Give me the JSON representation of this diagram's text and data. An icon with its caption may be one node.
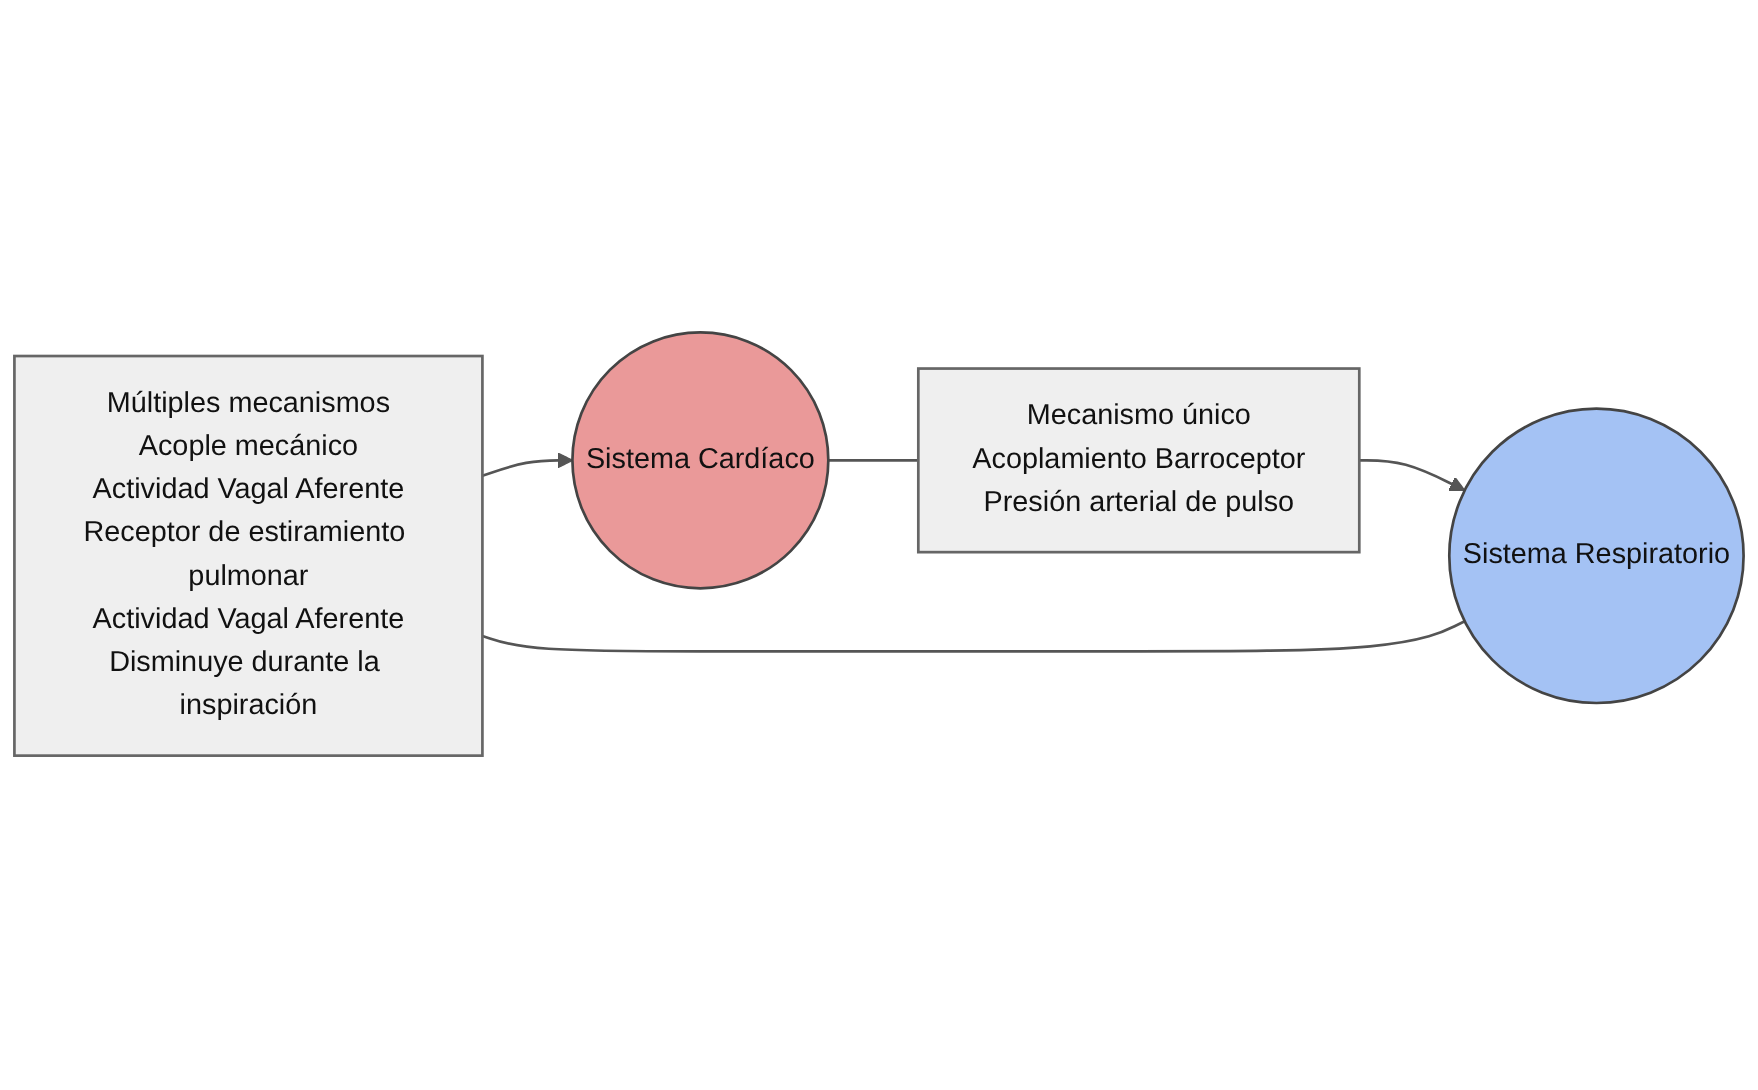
{
  "diagram": {
    "nodes": [
      {
        "text": [
          "Múltiples mecanismos",
          "Acople mecánico",
          "Actividad Vagal Aferente",
          "Receptor de estiramiento pulmonar",
          "Actividad Vagal Aferente",
          "Disminuye durante la inspiración"
        ]
      },
      {
        "text": [
          "Sistema Respiratorio"
        ]
      },
      {
        "text": [
          "Sistema Cardíaco"
        ]
      },
      {
        "text": [
          "Mecanismo único",
          "Acoplamiento Barroceptor",
          "Presión arterial de pulso"
        ]
      }
    ],
    "edges": [
      {
        "from": 1,
        "to": 0,
        "arrow": "none"
      },
      {
        "from": 0,
        "to": 2,
        "arrow": "to"
      },
      {
        "from": 2,
        "to": 3,
        "arrow": "none"
      },
      {
        "from": 3,
        "to": 1,
        "arrow": "to"
      }
    ]
  }
}
